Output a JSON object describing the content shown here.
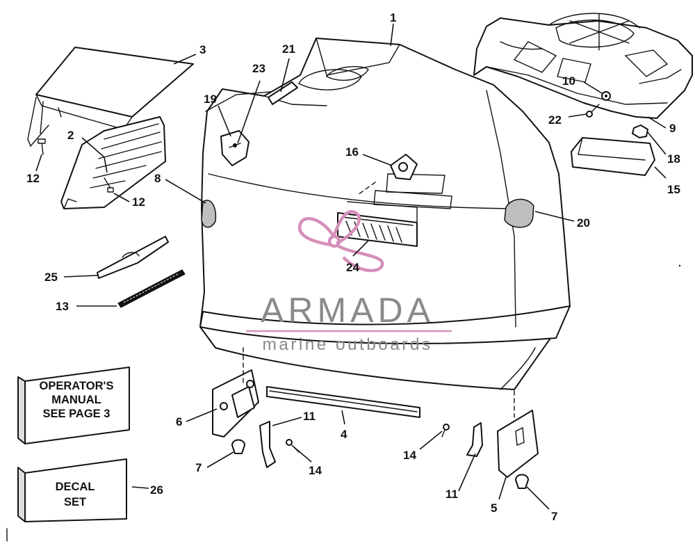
{
  "callouts": [
    {
      "id": "c1",
      "label": "1"
    },
    {
      "id": "c2",
      "label": "2"
    },
    {
      "id": "c3",
      "label": "3"
    },
    {
      "id": "c4",
      "label": "4"
    },
    {
      "id": "c5",
      "label": "5"
    },
    {
      "id": "c6",
      "label": "6"
    },
    {
      "id": "c7a",
      "label": "7"
    },
    {
      "id": "c7b",
      "label": "7"
    },
    {
      "id": "c8",
      "label": "8"
    },
    {
      "id": "c9",
      "label": "9"
    },
    {
      "id": "c10",
      "label": "10"
    },
    {
      "id": "c11a",
      "label": "11"
    },
    {
      "id": "c11b",
      "label": "11"
    },
    {
      "id": "c12a",
      "label": "12"
    },
    {
      "id": "c12b",
      "label": "12"
    },
    {
      "id": "c13",
      "label": "13"
    },
    {
      "id": "c14a",
      "label": "14"
    },
    {
      "id": "c14b",
      "label": "14"
    },
    {
      "id": "c15",
      "label": "15"
    },
    {
      "id": "c16",
      "label": "16"
    },
    {
      "id": "c18",
      "label": "18"
    },
    {
      "id": "c19",
      "label": "19"
    },
    {
      "id": "c20",
      "label": "20"
    },
    {
      "id": "c21",
      "label": "21"
    },
    {
      "id": "c22",
      "label": "22"
    },
    {
      "id": "c23",
      "label": "23"
    },
    {
      "id": "c24",
      "label": "24"
    },
    {
      "id": "c25",
      "label": "25"
    },
    {
      "id": "c26",
      "label": "26"
    }
  ],
  "boxes": {
    "manual": {
      "line1": "OPERATOR'S",
      "line2": "MANUAL",
      "line3": "SEE PAGE 3"
    },
    "decal": {
      "line1": "DECAL",
      "line2": "SET"
    }
  },
  "watermark": {
    "title": "ARMADA",
    "subtitle": "marine outboards"
  },
  "colors": {
    "line": "#111111",
    "watermark_text": "#8a8a8a",
    "watermark_accent": "#d58fb9"
  }
}
